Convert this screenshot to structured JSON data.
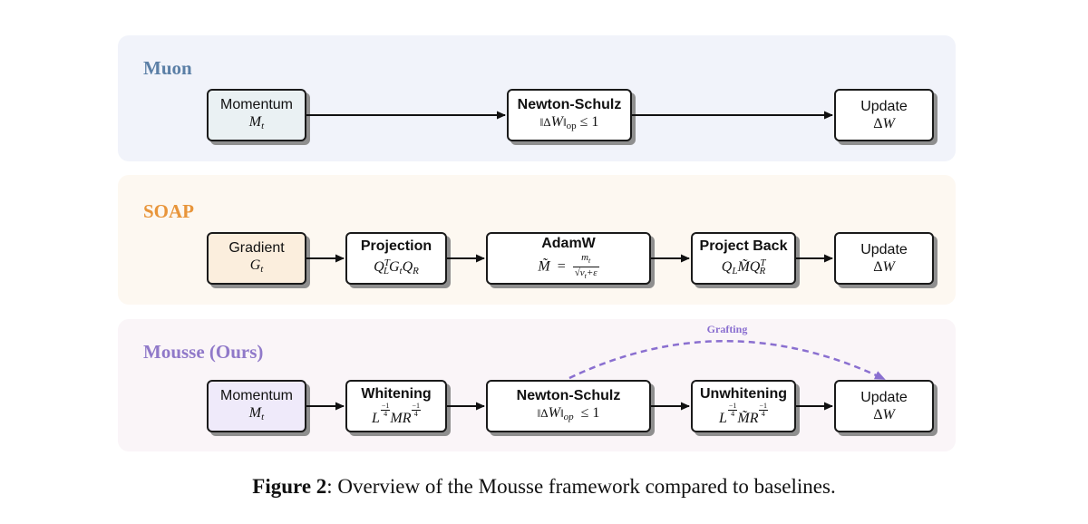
{
  "panels": [
    {
      "title": "Muon",
      "title_color": "#5b7fa6",
      "bg_color": "#f1f3fa",
      "boxes": [
        {
          "label": "Momentum",
          "math": "Mt",
          "fill": "#eaf1f3",
          "bold": false
        },
        {
          "label": "Newton-Schulz",
          "math": "‖ΔW‖op ≤ 1",
          "fill": "#ffffff",
          "bold": true
        },
        {
          "label": "Update",
          "math": "ΔW",
          "fill": "#ffffff",
          "bold": false
        }
      ]
    },
    {
      "title": "SOAP",
      "title_color": "#e8953a",
      "bg_color": "#fdf8f1",
      "boxes": [
        {
          "label": "Gradient",
          "math": "Gt",
          "fill": "#fbeedd",
          "bold": false
        },
        {
          "label": "Projection",
          "math": "QLT Gt QR",
          "fill": "#ffffff",
          "bold": true
        },
        {
          "label": "AdamW",
          "math": "M̃ = mt / (√vt + ε)",
          "fill": "#ffffff",
          "bold": true
        },
        {
          "label": "Project Back",
          "math": "QL M̃ QRT",
          "fill": "#ffffff",
          "bold": true
        },
        {
          "label": "Update",
          "math": "ΔW",
          "fill": "#ffffff",
          "bold": false
        }
      ]
    },
    {
      "title": "Mousse (Ours)",
      "title_color": "#9079c9",
      "bg_color": "#faf5f8",
      "grafting_label": "Grafting",
      "grafting_color": "#8a6fd0",
      "boxes": [
        {
          "label": "Momentum",
          "math": "Mt",
          "fill": "#efeafa",
          "bold": false
        },
        {
          "label": "Whitening",
          "math": "L^(-1/4) M R^(-1/4)",
          "fill": "#ffffff",
          "bold": true
        },
        {
          "label": "Newton-Schulz",
          "math": "‖ΔW‖op ≤ 1",
          "fill": "#ffffff",
          "bold": true
        },
        {
          "label": "Unwhitening",
          "math": "L^(-1/4) M̃ R^(-1/4)",
          "fill": "#ffffff",
          "bold": true
        },
        {
          "label": "Update",
          "math": "ΔW",
          "fill": "#ffffff",
          "bold": false
        }
      ]
    }
  ],
  "caption": {
    "prefix": "Figure 2",
    "text": ": Overview of the Mousse framework compared to baselines."
  }
}
